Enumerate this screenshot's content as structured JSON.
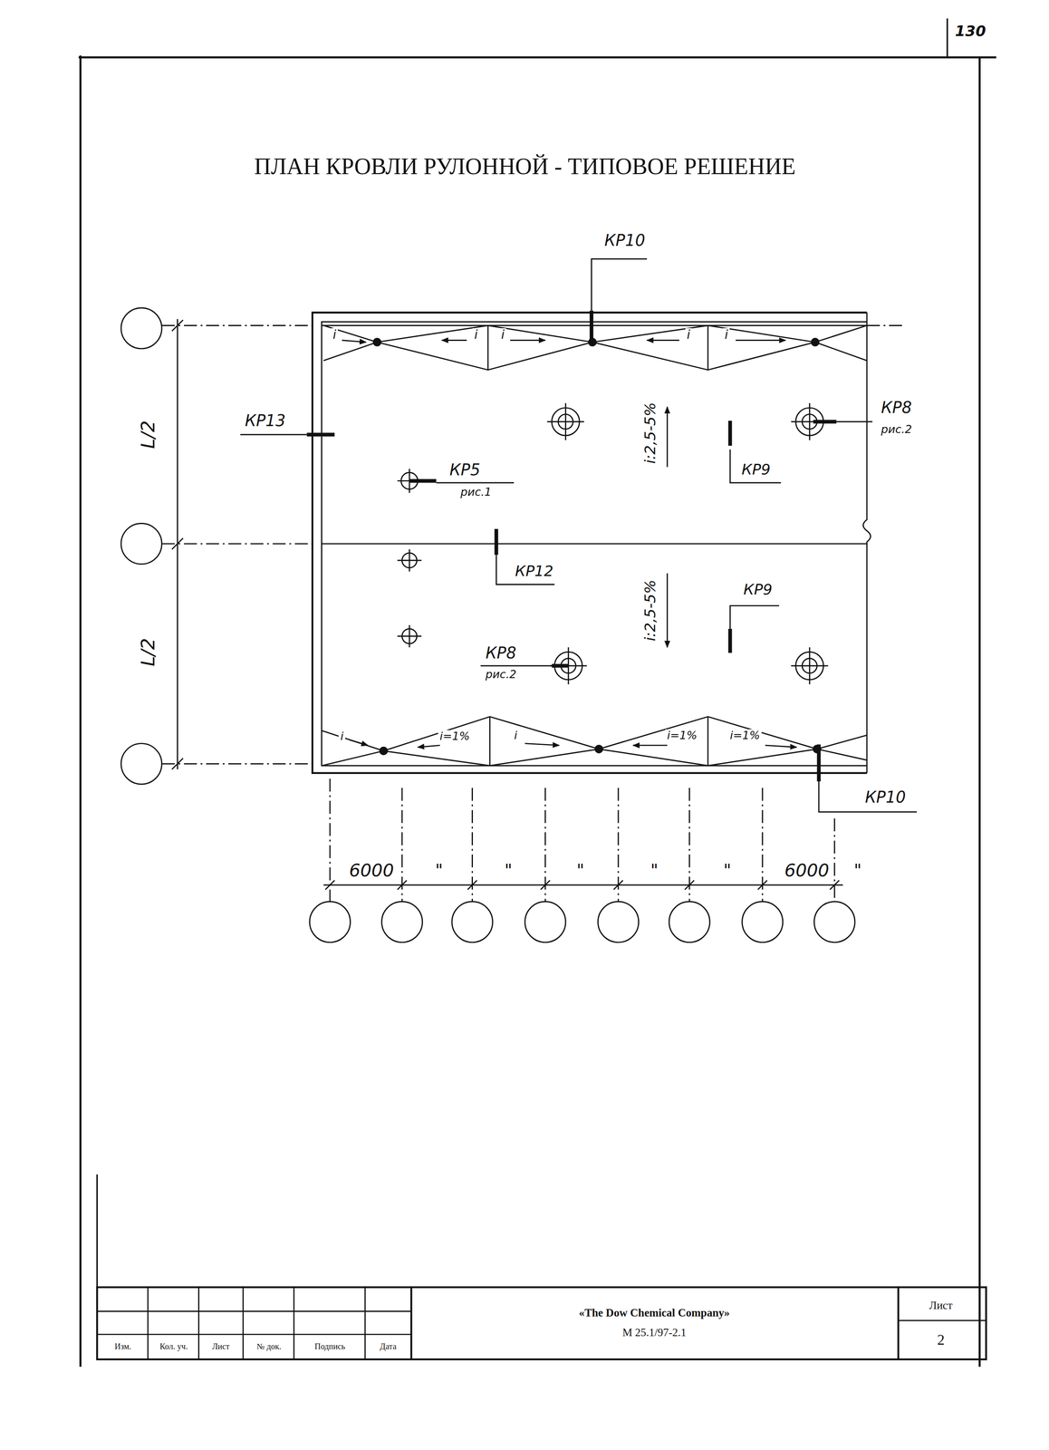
{
  "diagram": {
    "title": "ПЛАН КРОВЛИ РУЛОННОЙ - ТИПОВОЕ РЕШЕНИЕ",
    "labels": [
      "130",
      "КР10",
      "КР13",
      "КР5",
      "рис.1",
      "КР8",
      "рис.2",
      "КР9",
      "i:2,5-5%",
      "КР12",
      "i:2,5-5%",
      "КР9",
      "КР8",
      "рис.2",
      "КР10",
      "L/2",
      "L/2",
      "i",
      "i",
      "i",
      "i",
      "i",
      "i",
      "i=1%",
      "i",
      "i=1%",
      "i=1%",
      "6000",
      "\"",
      "\"",
      "\"",
      "\"",
      "\"",
      "6000",
      "\"",
      "Изм.",
      "Кол. уч.",
      "Лист",
      "№ док.",
      "Подпись",
      "Дата",
      "«The Dow Chemical Company»",
      "М 25.1/97-2.1",
      "Лист",
      "2"
    ]
  }
}
